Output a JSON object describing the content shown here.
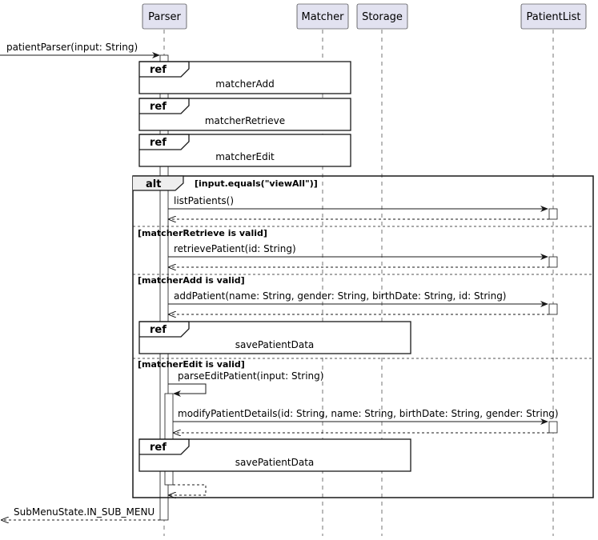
{
  "participants": {
    "parser": "Parser",
    "matcher": "Matcher",
    "storage": "Storage",
    "patientlist": "PatientList"
  },
  "messages": {
    "patient_parser": "patientParser(input: String)",
    "list_patients": "listPatients()",
    "retrieve_patient": "retrievePatient(id: String)",
    "add_patient": "addPatient(name: String, gender: String, birthDate: String, id: String)",
    "parse_edit_patient": "parseEditPatient(input: String)",
    "modify_patient_details": "modifyPatientDetails(id: String, name: String, birthDate: String, gender: String)",
    "return_state": "SubMenuState.IN_SUB_MENU"
  },
  "refs": {
    "keyword": "ref",
    "matcher_add": "matcherAdd",
    "matcher_retrieve": "matcherRetrieve",
    "matcher_edit": "matcherEdit",
    "save_patient_data": "savePatientData"
  },
  "alt_fragment": {
    "keyword": "alt",
    "guards": {
      "view_all": "[input.equals(\"viewAll\")]",
      "retrieve_valid": "[matcherRetrieve is valid]",
      "add_valid": "[matcherAdd is valid]",
      "edit_valid": "[matcherEdit is valid]"
    }
  },
  "colors": {
    "participant_fill": "#E2E2F0",
    "participant_border": "#181818",
    "lifeline": "#181818",
    "background": "#FFFFFF"
  }
}
